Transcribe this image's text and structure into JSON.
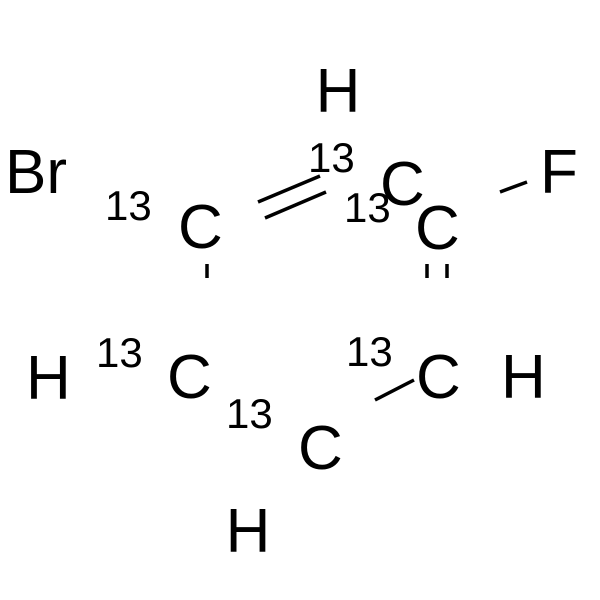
{
  "structure": {
    "atoms": {
      "br": "Br",
      "f": "F",
      "h_top": "H",
      "h_left": "H",
      "h_right": "H",
      "h_bottom": "H",
      "c_top_left": "C",
      "c_top_right_a": "C",
      "c_top_right_b": "C",
      "c_mid_left": "C",
      "c_mid_right": "C",
      "c_bottom": "C"
    },
    "isotope_labels": {
      "c_top_left": "13",
      "c_top_right_a": "13",
      "c_top_right_b": "13",
      "c_mid_left": "13",
      "c_mid_right": "13",
      "c_bottom": "13"
    }
  }
}
